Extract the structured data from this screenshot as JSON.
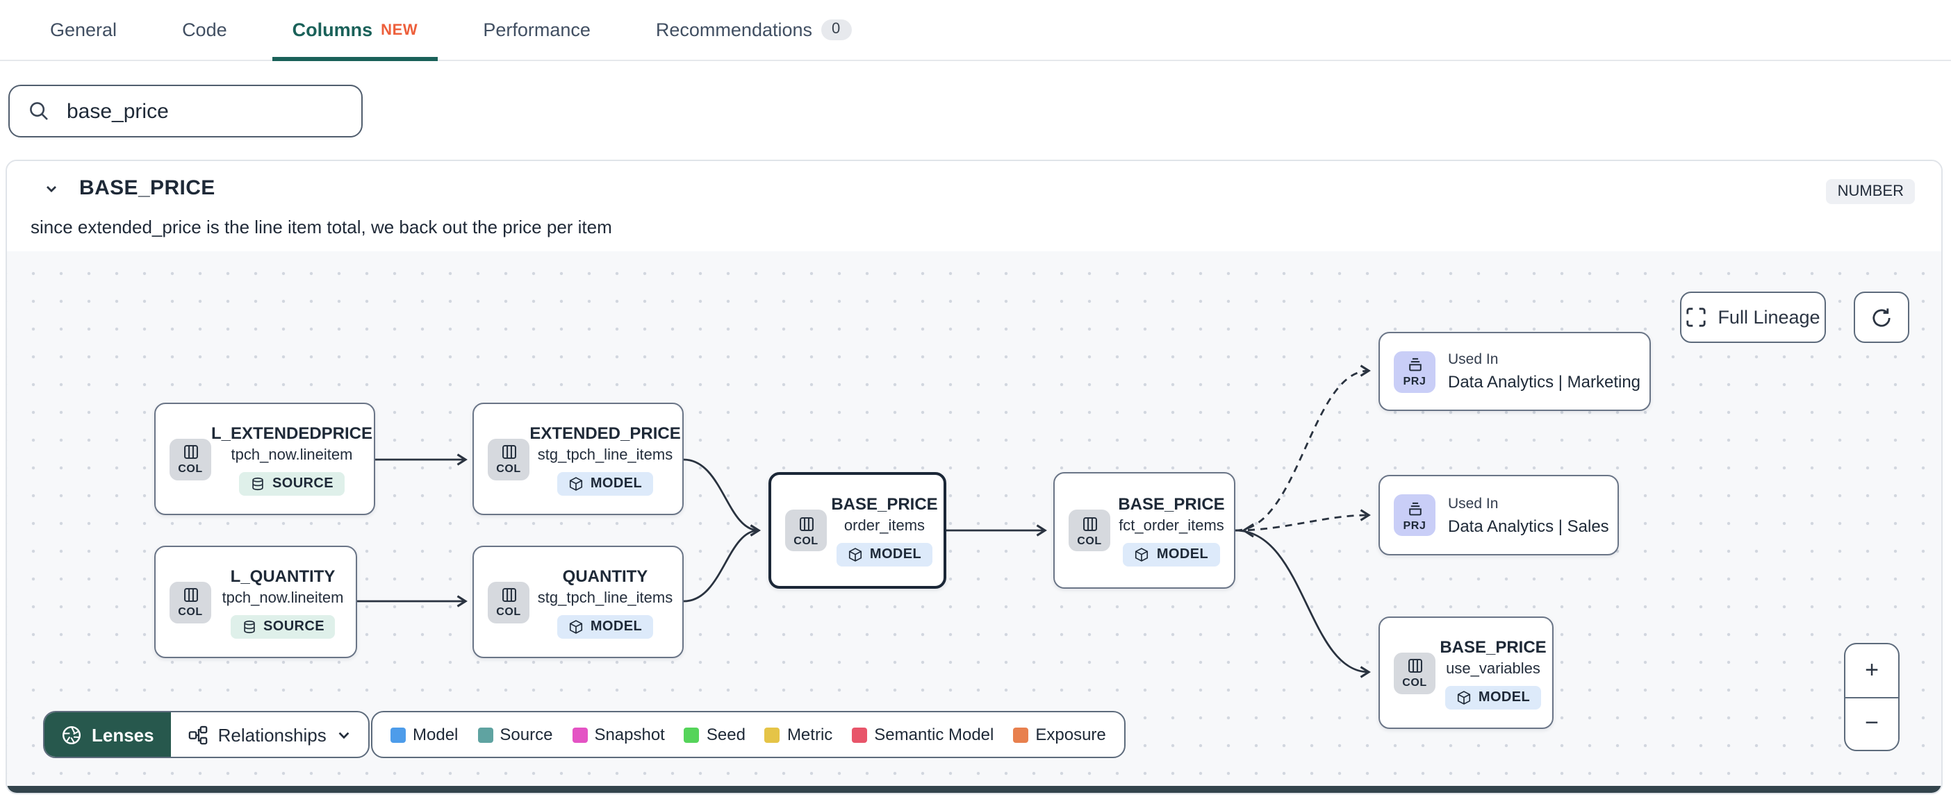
{
  "tabs": {
    "items": [
      {
        "label": "General"
      },
      {
        "label": "Code"
      },
      {
        "label": "Columns",
        "badge": "NEW",
        "active": true
      },
      {
        "label": "Performance"
      },
      {
        "label": "Recommendations",
        "count": "0"
      }
    ]
  },
  "search": {
    "value": "base_price"
  },
  "column_panel": {
    "name": "BASE_PRICE",
    "type_badge": "NUMBER",
    "description": "since extended_price is the line item total, we back out the price per item"
  },
  "lineage": {
    "controls": {
      "full_lineage": "Full Lineage",
      "zoom_in": "+",
      "zoom_out": "−"
    },
    "nodes": [
      {
        "title": "L_EXTENDEDPRICE",
        "subtitle": "tpch_now.lineitem",
        "kind": "COL",
        "badge": "SOURCE"
      },
      {
        "title": "EXTENDED_PRICE",
        "subtitle": "stg_tpch_line_items",
        "kind": "COL",
        "badge": "MODEL"
      },
      {
        "title": "L_QUANTITY",
        "subtitle": "tpch_now.lineitem",
        "kind": "COL",
        "badge": "SOURCE"
      },
      {
        "title": "QUANTITY",
        "subtitle": "stg_tpch_line_items",
        "kind": "COL",
        "badge": "MODEL"
      },
      {
        "title": "BASE_PRICE",
        "subtitle": "order_items",
        "kind": "COL",
        "badge": "MODEL"
      },
      {
        "title": "BASE_PRICE",
        "subtitle": "fct_order_items",
        "kind": "COL",
        "badge": "MODEL"
      },
      {
        "label": "Used In",
        "title": "Data Analytics | Marketing",
        "kind": "PRJ"
      },
      {
        "label": "Used In",
        "title": "Data Analytics | Sales",
        "kind": "PRJ"
      },
      {
        "title": "BASE_PRICE",
        "subtitle": "use_variables",
        "kind": "COL",
        "badge": "MODEL"
      }
    ],
    "toolbar": {
      "lenses": "Lenses",
      "relationships": "Relationships"
    },
    "legend": {
      "items": [
        {
          "label": "Model",
          "color": "#4d9cea"
        },
        {
          "label": "Source",
          "color": "#5fa3a1"
        },
        {
          "label": "Snapshot",
          "color": "#e453c4"
        },
        {
          "label": "Seed",
          "color": "#55d45a"
        },
        {
          "label": "Metric",
          "color": "#e5c447"
        },
        {
          "label": "Semantic Model",
          "color": "#e8556a"
        },
        {
          "label": "Exposure",
          "color": "#e8804e"
        }
      ]
    }
  },
  "colors": {
    "accent_teal": "#1a6159",
    "new_badge": "#ed5f3b",
    "lenses_bg": "#27584d",
    "canvas_bg": "#f7f8fa",
    "source_badge_bg": "#dff0ea",
    "model_badge_bg": "#ddeafa",
    "col_badge_bg": "#d6d9de",
    "prj_badge_bg": "#c9cef7"
  }
}
